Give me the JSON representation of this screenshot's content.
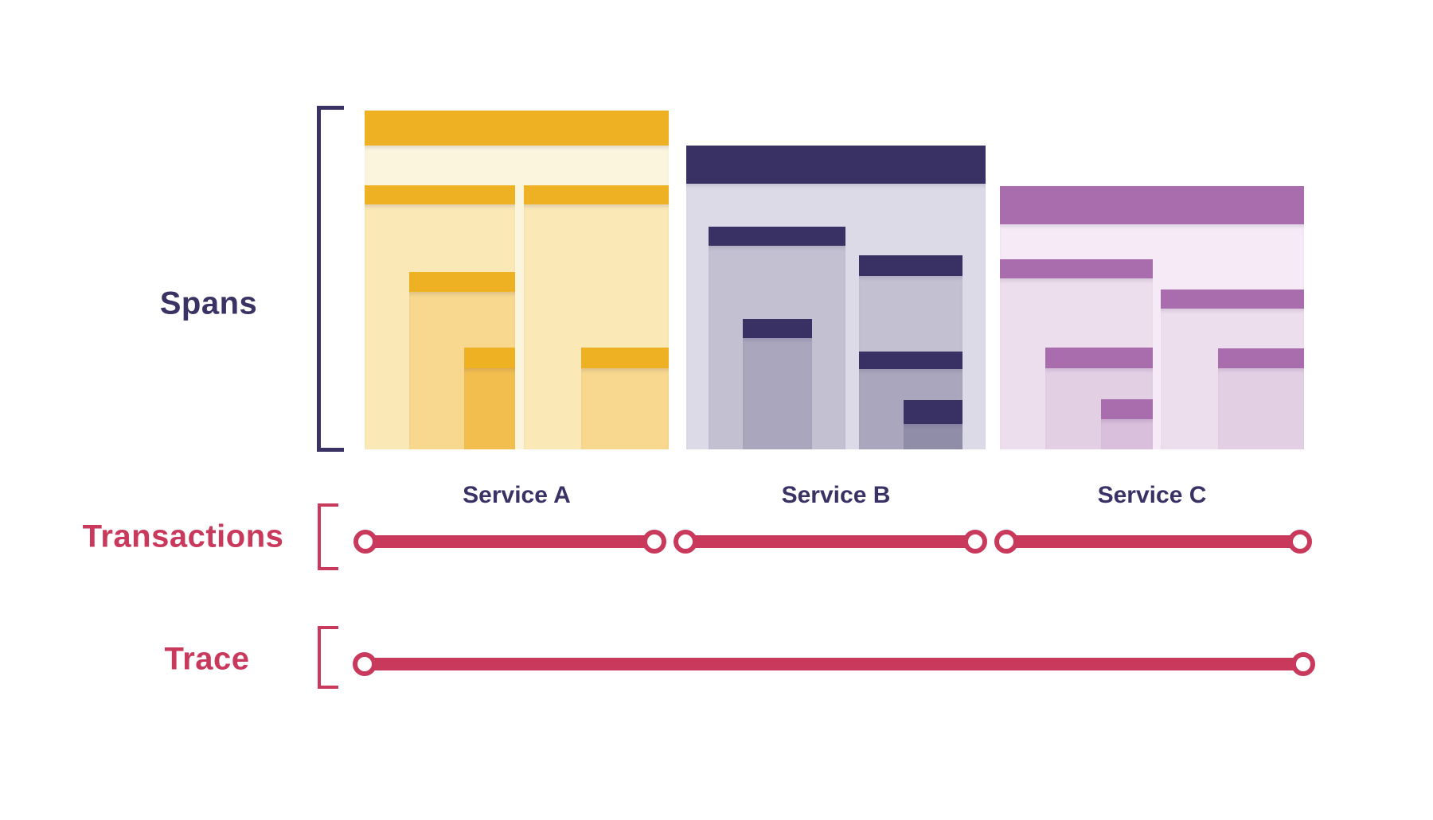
{
  "labels": {
    "spans": "Spans",
    "transactions": "Transactions",
    "trace": "Trace"
  },
  "services": [
    {
      "name": "Service A",
      "color_theme": "gold"
    },
    {
      "name": "Service B",
      "color_theme": "navy"
    },
    {
      "name": "Service C",
      "color_theme": "magenta"
    }
  ],
  "palette": {
    "bg": "#FFFFFF",
    "navy": "#3A3164",
    "crimson": "#C9395C",
    "a_header": "#EFB124",
    "a_l0": "#FCF5DE",
    "a_l1": "#FAE8B6",
    "a_l2": "#F7D88E",
    "a_l3": "#F2BF4F",
    "b_header": "#393163",
    "b_l0": "#DCDAE6",
    "b_l1": "#C3C0D2",
    "b_l2": "#A9A6BD",
    "b_l3": "#908DA8",
    "c_header": "#A96CAC",
    "c_l0": "#F5EAF5",
    "c_l1": "#EDDEED",
    "c_l2": "#E3CFE4",
    "c_l3": "#D9BFDC"
  }
}
